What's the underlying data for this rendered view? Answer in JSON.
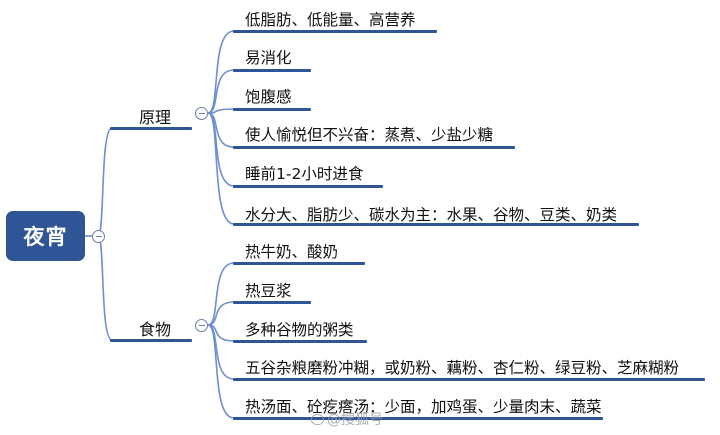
{
  "root": {
    "label": "夜宵"
  },
  "branches": [
    {
      "label": "原理",
      "items": [
        "低脂肪、低能量、高营养",
        "易消化",
        "饱腹感",
        "使人愉悦但不兴奋：蒸煮、少盐少糖",
        "睡前1-2小时进食",
        "水分大、脂肪少、碳水为主：水果、谷物、豆类、奶类"
      ]
    },
    {
      "label": "食物",
      "items": [
        "热牛奶、酸奶",
        "热豆浆",
        "多种谷物的粥类",
        "五谷杂粮磨粉冲糊，或奶粉、藕粉、杏仁粉、绿豆粉、芝麻糊粉",
        "热汤面、砼疙瘩汤：少面，加鸡蛋、少量肉末、蔬菜"
      ]
    }
  ],
  "watermark": "@搜狐号",
  "colors": {
    "accent": "#2f5597",
    "connector": "#6f8fcf",
    "text": "#111111"
  }
}
